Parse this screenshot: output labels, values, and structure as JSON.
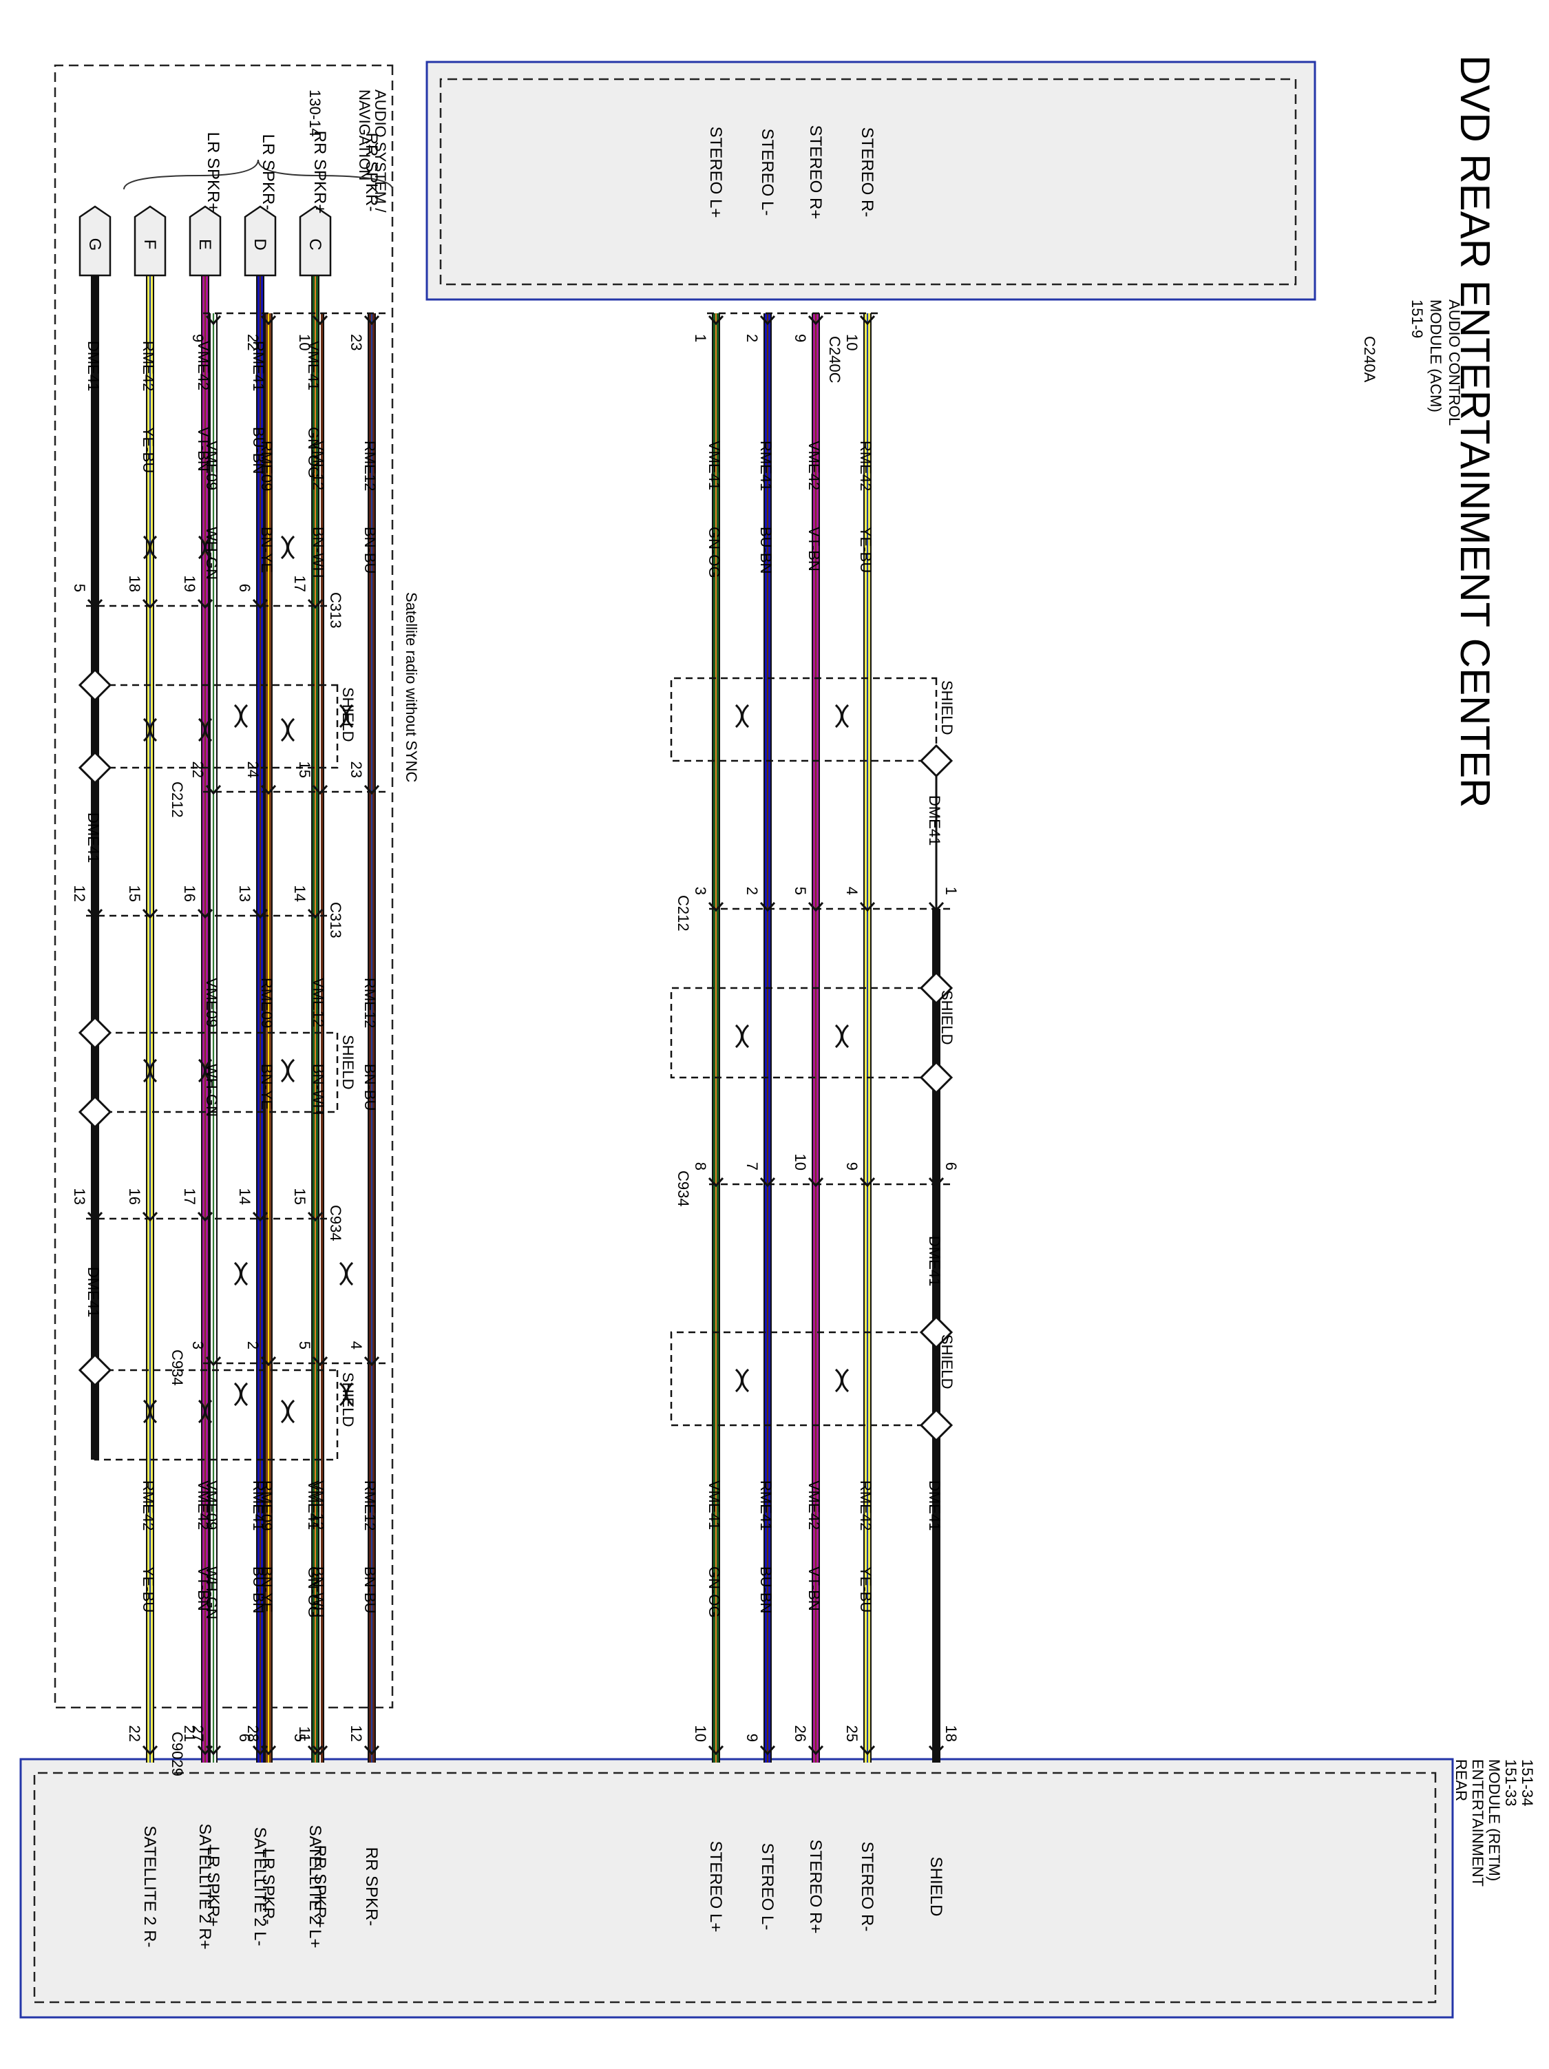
{
  "title": "DVD REAR ENTERTAINMENT CENTER",
  "modules": {
    "dvd": {
      "pins_speaker": [
        "LR SPKR+",
        "LR SPKR-",
        "RR SPKR+",
        "RR SPKR-"
      ],
      "pins_stereo": [
        "STEREO L+",
        "STEREO L-",
        "STEREO R+",
        "STEREO R-"
      ]
    },
    "acm": {
      "name_lines": [
        "AUDIO CONTROL",
        "MODULE (ACM)",
        "151-9"
      ],
      "connector_speaker": "C240A",
      "connector_stereo": "C240C"
    },
    "retm": {
      "name_lines": [
        "REAR",
        "ENTERTAINMENT",
        "MODULE (RETM)",
        "151-33",
        "151-34"
      ],
      "pins": [
        "LR SPKR+",
        "LR SPKR-",
        "RR SPKR+",
        "RR SPKR-",
        "STEREO L+",
        "STEREO L-",
        "STEREO R+",
        "STEREO R-",
        "SHIELD",
        "SATELLITE 2 L+",
        "SATELLITE 2 L-",
        "SATELLITE 2 R+",
        "SATELLITE 2 R-"
      ]
    },
    "nav": {
      "name_lines": [
        "AUDIO SYSTEM /",
        "NAVIGATION"
      ],
      "ref": "130-14",
      "pins": [
        "C",
        "D",
        "E",
        "F",
        "G"
      ],
      "note": "Satellite radio without SYNC"
    }
  },
  "connectors": {
    "c212": "C212",
    "c934": "C934",
    "c9029": "C9029",
    "c313": "C313",
    "shield": "SHIELD"
  },
  "speaker_circuits": [
    {
      "circuit": "VME09",
      "color": "WH-GN",
      "pins": [
        "9",
        "22",
        "3",
        "27"
      ]
    },
    {
      "circuit": "RME09",
      "color": "BN-YE",
      "pins": [
        "22",
        "24",
        "2",
        "28"
      ]
    },
    {
      "circuit": "VME12",
      "color": "BN-WH",
      "pins": [
        "10",
        "15",
        "5",
        "11"
      ]
    },
    {
      "circuit": "RME12",
      "color": "BN-BU",
      "pins": [
        "23",
        "23",
        "4",
        "12"
      ]
    }
  ],
  "stereo_circuits": [
    {
      "circuit": "VME41",
      "color": "GN-OG",
      "pins": [
        "1",
        "3",
        "8",
        "10"
      ]
    },
    {
      "circuit": "RME41",
      "color": "BU-BN",
      "pins": [
        "2",
        "2",
        "7",
        "9"
      ]
    },
    {
      "circuit": "VME42",
      "color": "VT-BN",
      "pins": [
        "9",
        "5",
        "10",
        "26"
      ]
    },
    {
      "circuit": "RME42",
      "color": "YE-BU",
      "pins": [
        "10",
        "4",
        "9",
        "25"
      ]
    }
  ],
  "stereo_drain": {
    "circuit": "DME41",
    "pins": [
      "1",
      "6",
      "18"
    ]
  },
  "nav_circuits": [
    {
      "circuit": "VME41",
      "color": "GN-OG",
      "pins": [
        "17",
        "14",
        "15",
        "5"
      ]
    },
    {
      "circuit": "RME41",
      "color": "BU-BN",
      "pins": [
        "6",
        "13",
        "14",
        "6"
      ]
    },
    {
      "circuit": "VME42",
      "color": "VT-BN",
      "pins": [
        "19",
        "16",
        "17",
        "21"
      ]
    },
    {
      "circuit": "RME42",
      "color": "YE-BU",
      "pins": [
        "18",
        "15",
        "16",
        "22"
      ]
    }
  ],
  "nav_drain": {
    "circuit": "DME41",
    "pins": [
      "5",
      "12",
      "13"
    ]
  },
  "wire_colors": {
    "WH-GN": [
      "#f2f2f2",
      "#2e7d32"
    ],
    "BN-YE": [
      "#7b3f1d",
      "#ffd400"
    ],
    "BN-WH": [
      "#6b2d13",
      "#f4f4f4"
    ],
    "BN-BU": [
      "#5a2418",
      "#1f3f9f"
    ],
    "GN-OG": [
      "#1b5e20",
      "#e67e22"
    ],
    "BU-BN": [
      "#1414b8",
      "#5a2d0c"
    ],
    "VT-BN": [
      "#b0149b",
      "#6b3b1e"
    ],
    "YE-BU": [
      "#f3ec4f",
      "#1f3f9f"
    ],
    "DME41": [
      "#111111",
      "#111111"
    ]
  },
  "module_fill": "#eeeeee",
  "module_border": "#2436a8"
}
